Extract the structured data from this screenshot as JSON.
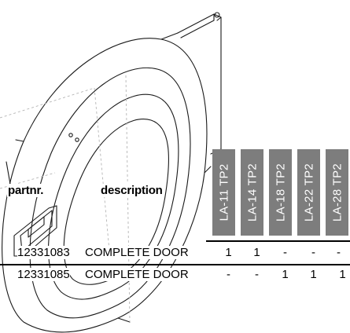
{
  "table": {
    "headers": {
      "partnr": "partnr.",
      "description": "description"
    },
    "models": [
      "LA-11 TP2",
      "LA-14 TP2",
      "LA-18 TP2",
      "LA-22 TP2",
      "LA-28 TP2"
    ],
    "rows": [
      {
        "partnr": "12331083",
        "description": "COMPLETE DOOR",
        "qty": [
          "1",
          "1",
          "-",
          "-",
          "-"
        ]
      },
      {
        "partnr": "12331085",
        "description": "COMPLETE DOOR",
        "qty": [
          "-",
          "-",
          "1",
          "1",
          "1"
        ]
      }
    ]
  },
  "colors": {
    "header_fill": "#7d7d7d",
    "header_text": "#ffffff",
    "line": "#000000"
  }
}
